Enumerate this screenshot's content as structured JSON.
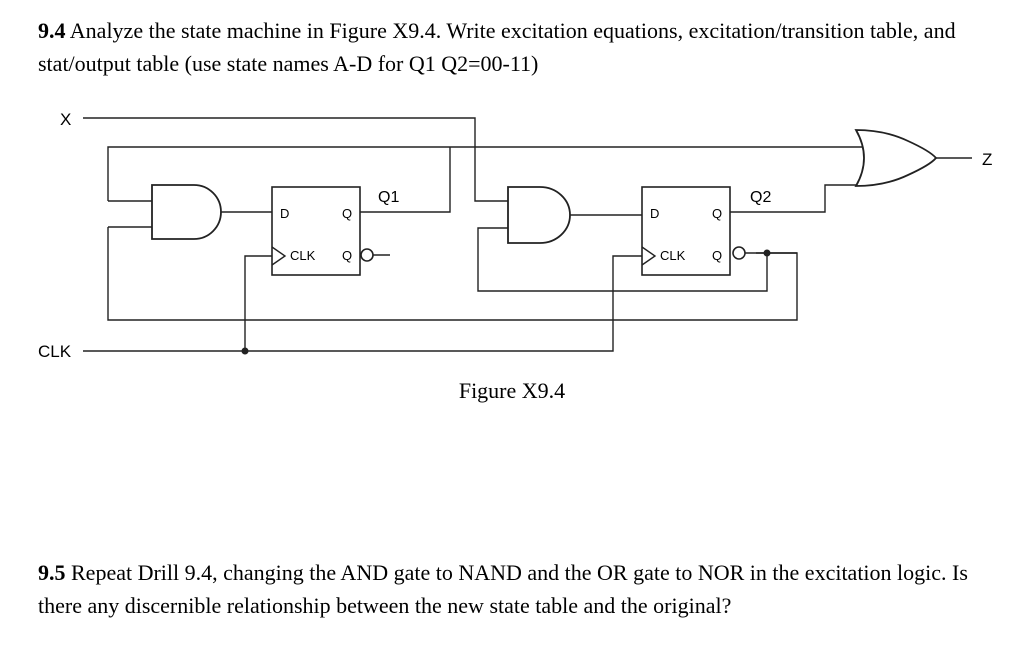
{
  "problem_94": {
    "number": "9.4",
    "text": " Analyze the state machine in Figure X9.4. Write excitation equations, excitation/transition table, and stat/output table (use state names A-D for Q1 Q2=00-11)"
  },
  "figure": {
    "caption": "Figure X9.4",
    "signals": {
      "x": "X",
      "clk": "CLK",
      "z": "Z"
    },
    "flipflop1": {
      "name": "Q1",
      "d": "D",
      "q": "Q",
      "clk": "CLK",
      "qbar": "Q"
    },
    "flipflop2": {
      "name": "Q2",
      "d": "D",
      "q": "Q",
      "clk": "CLK",
      "qbar": "Q"
    }
  },
  "problem_95": {
    "number": "9.5",
    "text": " Repeat Drill 9.4, changing the AND gate to NAND and the OR gate to NOR in the excitation logic. Is there any discernible relationship between the new state table and the original?"
  }
}
